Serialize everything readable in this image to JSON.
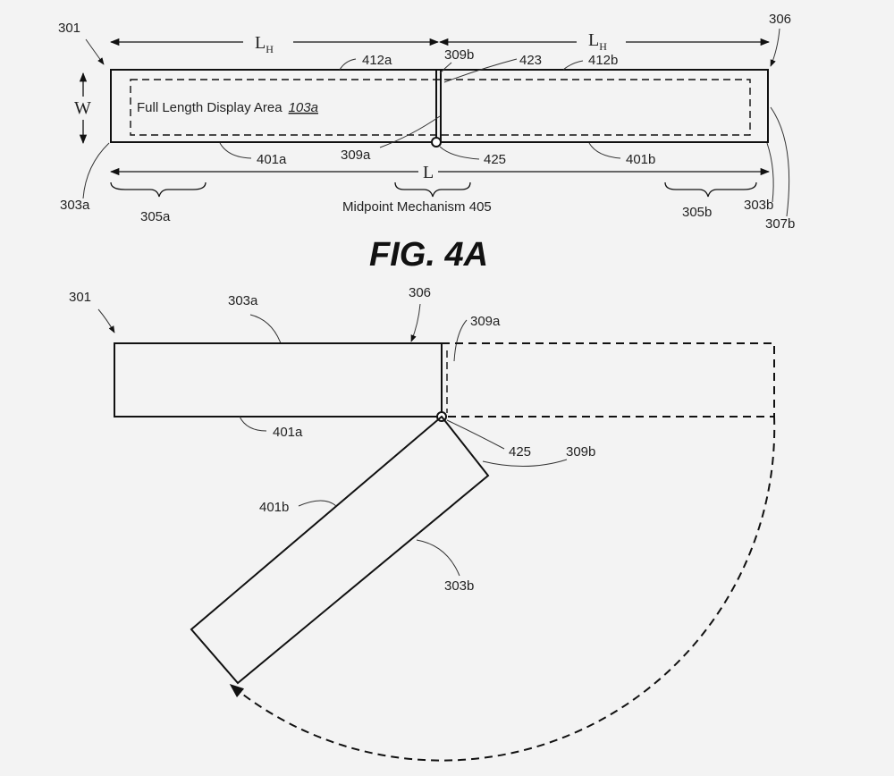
{
  "figure_a": {
    "title": "FIG. 4A",
    "labels": {
      "ref_301": "301",
      "ref_306": "306",
      "dim_lh_left": "L",
      "dim_lh_right": "L",
      "dim_lh_sub": "H",
      "dim_w": "W",
      "dim_l": "L",
      "ref_412a": "412a",
      "ref_412b": "412b",
      "ref_309b": "309b",
      "ref_423": "423",
      "ref_309a": "309a",
      "ref_425": "425",
      "ref_401a": "401a",
      "ref_401b": "401b",
      "ref_303a": "303a",
      "ref_303b": "303b",
      "ref_307b": "307b",
      "ref_305a": "305a",
      "ref_305b": "305b",
      "display_area": "Full Length Display Area",
      "display_area_ref": "103a",
      "midpoint": "Midpoint Mechanism 405"
    }
  },
  "figure_b": {
    "labels": {
      "ref_301": "301",
      "ref_303a": "303a",
      "ref_306": "306",
      "ref_309a": "309a",
      "ref_401a": "401a",
      "ref_425": "425",
      "ref_309b": "309b",
      "ref_401b": "401b",
      "ref_303b": "303b"
    }
  }
}
